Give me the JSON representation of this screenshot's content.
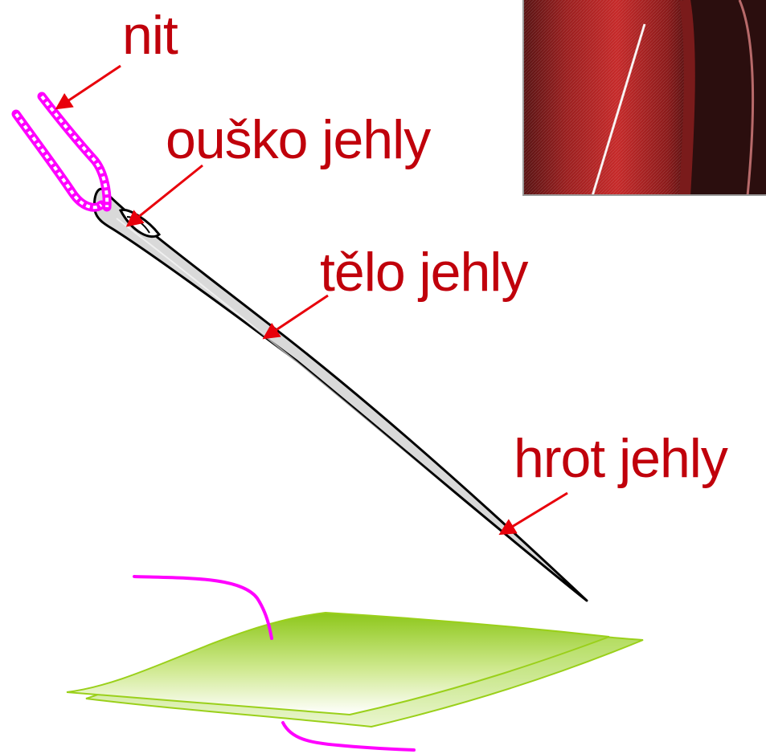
{
  "labels": {
    "thread": "nit",
    "eye": "ouško jehly",
    "body": "tělo jehly",
    "tip": "hrot jehly"
  },
  "colors": {
    "label_text": "#c0000b",
    "arrow": "#e8000b",
    "thread": "#ff00ff",
    "fabric": "#9ad01a",
    "needle_fill": "#d9d9d9"
  },
  "photo": {
    "subject": "needle-on-red-thread-spool-photo"
  }
}
